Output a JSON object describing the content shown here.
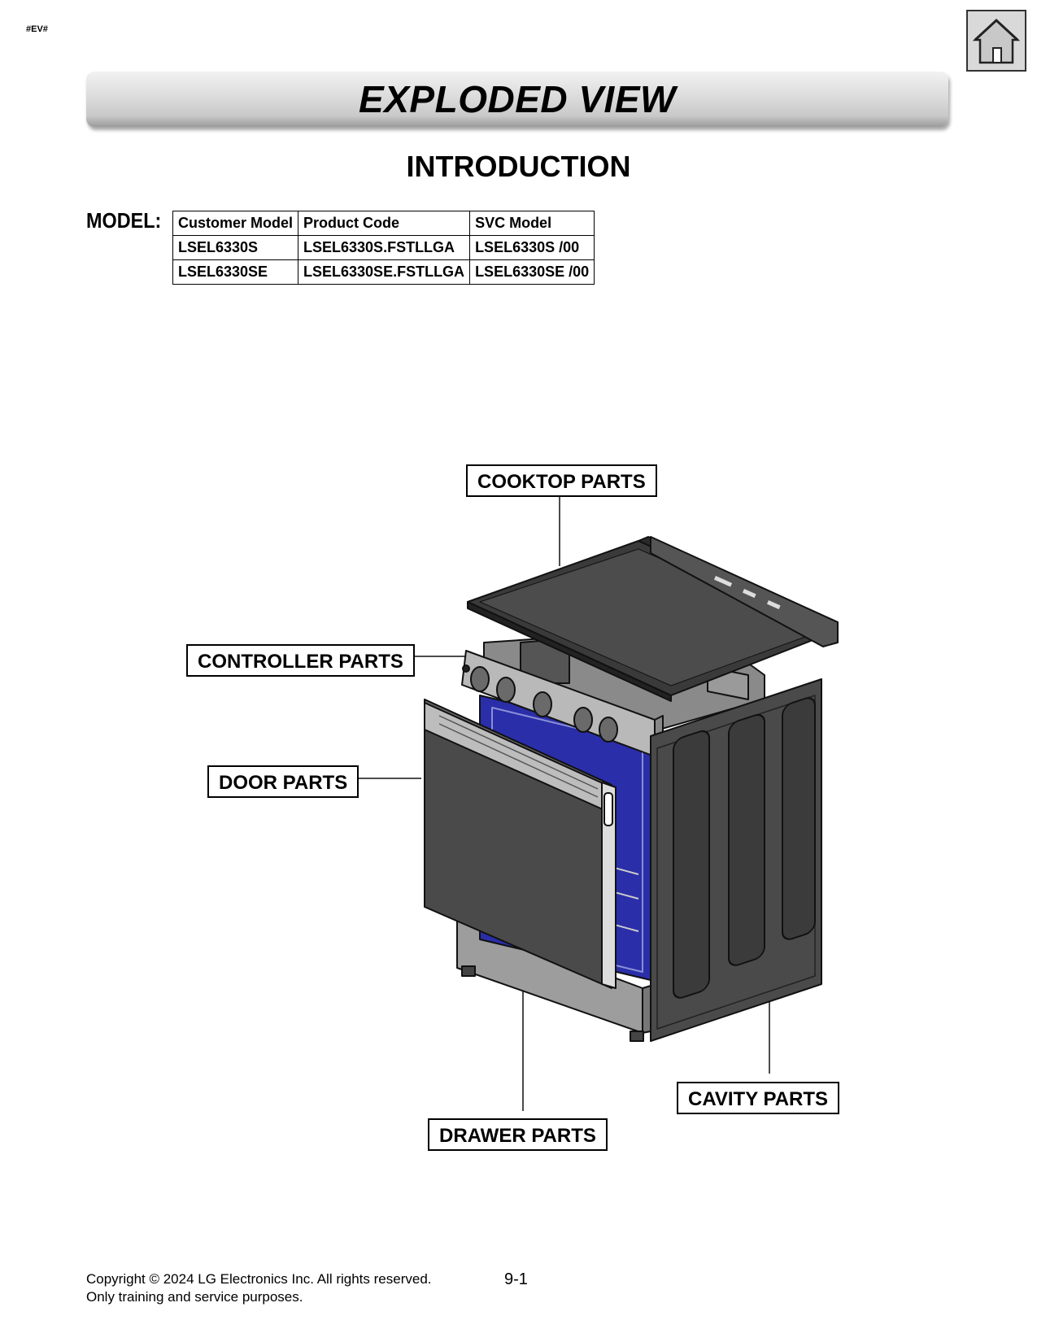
{
  "doc_tag": "#EV#",
  "home_icon": "home-icon",
  "banner_title": "EXPLODED VIEW",
  "section_title": "INTRODUCTION",
  "model_label": "MODEL:",
  "model_table": {
    "headers": [
      "Customer Model",
      "Product Code",
      "SVC Model"
    ],
    "rows": [
      [
        "LSEL6330S",
        "LSEL6330S.FSTLLGA",
        "LSEL6330S /00"
      ],
      [
        "LSEL6330SE",
        "LSEL6330SE.FSTLLGA",
        "LSEL6330SE /00"
      ]
    ]
  },
  "callouts": {
    "cooktop": "COOKTOP PARTS",
    "controller": "CONTROLLER PARTS",
    "door": "DOOR PARTS",
    "cavity": "CAVITY PARTS",
    "drawer": "DRAWER PARTS"
  },
  "footer": {
    "copyright": "Copyright © 2024 LG Electronics Inc. All rights reserved.",
    "note": "Only training and service purposes.",
    "page": "9-1"
  },
  "colors": {
    "cavity_interior": "#2a2ea8",
    "panel_dark": "#4a4a4a",
    "banner_gray": "#d0d0d0"
  }
}
